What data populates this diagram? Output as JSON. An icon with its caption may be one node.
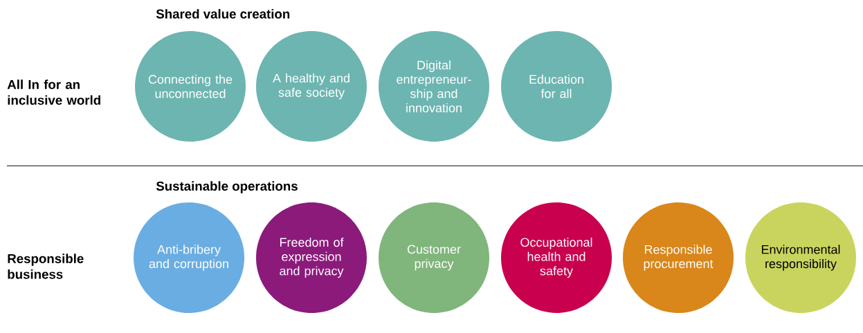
{
  "diagram": {
    "nodes": [
      {
        "text": [
          "Connecting the unconnected"
        ]
      },
      {
        "text": [
          "A healthy and safe society"
        ]
      },
      {
        "text": [
          "Digital entrepreneur-ship and innovation"
        ]
      },
      {
        "text": [
          "Education for all"
        ]
      },
      {
        "text": [
          "Anti-bribery and corruption"
        ]
      },
      {
        "text": [
          "Freedom of expression and privacy"
        ]
      },
      {
        "text": [
          "Customer privacy"
        ]
      },
      {
        "text": [
          "Occupational health and safety"
        ]
      },
      {
        "text": [
          "Responsible procurement"
        ]
      },
      {
        "text": [
          "Environmental responsibility"
        ]
      }
    ],
    "labels": [
      "Shared value creation",
      "All In for an inclusive world",
      "Sustainable operations",
      "Responsible business"
    ]
  }
}
